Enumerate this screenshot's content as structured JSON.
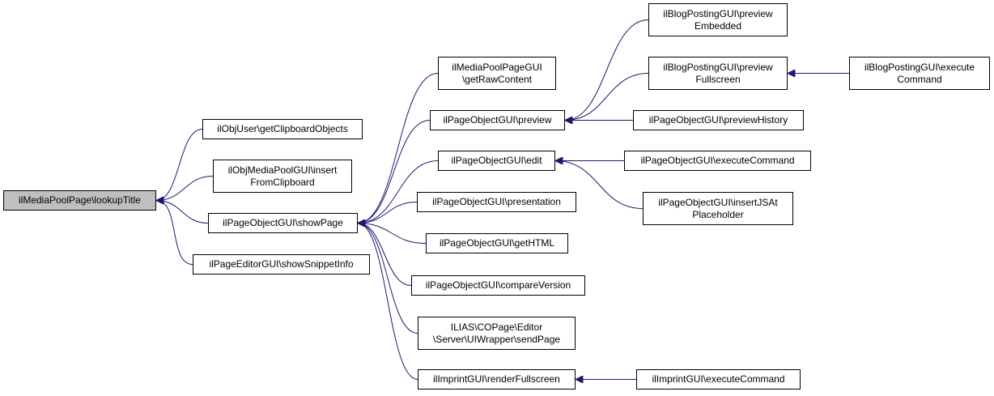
{
  "edge_color": "#191970",
  "root_fill": "#bfbfbf",
  "nodes": {
    "n_root": {
      "lines": [
        "ilMediaPoolPage\\lookupTitle"
      ]
    },
    "n_clip": {
      "lines": [
        "ilObjUser\\getClipboardObjects"
      ]
    },
    "n_insert": {
      "lines": [
        "ilObjMediaPoolGUI\\insert",
        "FromClipboard"
      ]
    },
    "n_show": {
      "lines": [
        "ilPageObjectGUI\\showPage"
      ]
    },
    "n_snippet": {
      "lines": [
        "ilPageEditorGUI\\showSnippetInfo"
      ]
    },
    "n_raw": {
      "lines": [
        "ilMediaPoolPageGUI",
        "\\getRawContent"
      ]
    },
    "n_preview": {
      "lines": [
        "ilPageObjectGUI\\preview"
      ]
    },
    "n_edit": {
      "lines": [
        "ilPageObjectGUI\\edit"
      ]
    },
    "n_present": {
      "lines": [
        "ilPageObjectGUI\\presentation"
      ]
    },
    "n_gethtml": {
      "lines": [
        "ilPageObjectGUI\\getHTML"
      ]
    },
    "n_compare": {
      "lines": [
        "ilPageObjectGUI\\compareVersion"
      ]
    },
    "n_uiwrap": {
      "lines": [
        "ILIAS\\COPage\\Editor",
        "\\Server\\UIWrapper\\sendPage"
      ]
    },
    "n_imprint": {
      "lines": [
        "ilImprintGUI\\renderFullscreen"
      ]
    },
    "n_blogemb": {
      "lines": [
        "ilBlogPostingGUI\\preview",
        "Embedded"
      ]
    },
    "n_blogfull": {
      "lines": [
        "ilBlogPostingGUI\\preview",
        "Fullscreen"
      ]
    },
    "n_blogexec": {
      "lines": [
        "ilBlogPostingGUI\\execute",
        "Command"
      ]
    },
    "n_prevhist": {
      "lines": [
        "ilPageObjectGUI\\previewHistory"
      ]
    },
    "n_execcmd": {
      "lines": [
        "ilPageObjectGUI\\executeCommand"
      ]
    },
    "n_jsat": {
      "lines": [
        "ilPageObjectGUI\\insertJSAt",
        "Placeholder"
      ]
    },
    "n_imprexec": {
      "lines": [
        "ilImprintGUI\\executeCommand"
      ]
    }
  },
  "edges": [
    {
      "from": "n_clip",
      "to": "n_root"
    },
    {
      "from": "n_insert",
      "to": "n_root"
    },
    {
      "from": "n_show",
      "to": "n_root"
    },
    {
      "from": "n_snippet",
      "to": "n_root"
    },
    {
      "from": "n_raw",
      "to": "n_show"
    },
    {
      "from": "n_preview",
      "to": "n_show"
    },
    {
      "from": "n_edit",
      "to": "n_show"
    },
    {
      "from": "n_present",
      "to": "n_show"
    },
    {
      "from": "n_gethtml",
      "to": "n_show"
    },
    {
      "from": "n_compare",
      "to": "n_show"
    },
    {
      "from": "n_uiwrap",
      "to": "n_show"
    },
    {
      "from": "n_imprint",
      "to": "n_show"
    },
    {
      "from": "n_blogemb",
      "to": "n_preview"
    },
    {
      "from": "n_blogfull",
      "to": "n_preview"
    },
    {
      "from": "n_prevhist",
      "to": "n_preview"
    },
    {
      "from": "n_blogexec",
      "to": "n_blogfull"
    },
    {
      "from": "n_execcmd",
      "to": "n_edit"
    },
    {
      "from": "n_jsat",
      "to": "n_edit"
    },
    {
      "from": "n_imprexec",
      "to": "n_imprint"
    }
  ]
}
